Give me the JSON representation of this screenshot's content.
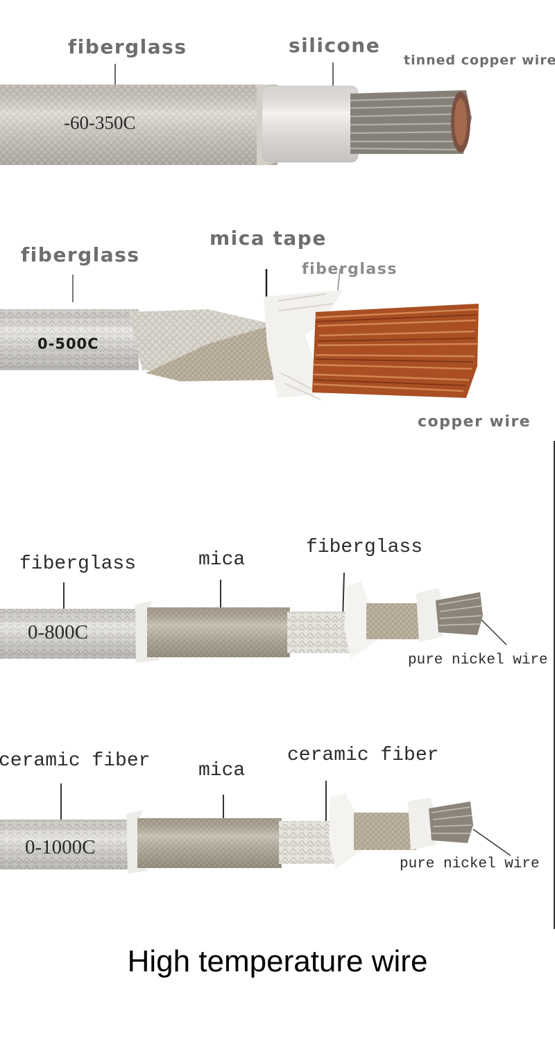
{
  "title": "High temperature wire",
  "panels": [
    {
      "labels": {
        "outer": "fiberglass",
        "middle": "silicone",
        "conductor": "tinned copper wire",
        "temp": "-60-350C"
      }
    },
    {
      "labels": {
        "outer": "fiberglass",
        "middle": "mica tape",
        "inner": "fiberglass",
        "temp": "0-500C",
        "conductor": "copper wire"
      }
    },
    {
      "labels": {
        "outer": "fiberglass",
        "middle": "mica",
        "inner": "fiberglass",
        "temp": "0-800C",
        "conductor": "pure nickel wire"
      }
    },
    {
      "labels": {
        "outer": "ceramic fiber",
        "middle": "mica",
        "inner": "ceramic fiber",
        "temp": "0-1000C",
        "conductor": "pure nickel wire"
      }
    }
  ],
  "colors": {
    "braid": "#dedad2",
    "silicone": "#f1eeea",
    "tinned": "#8a8580",
    "copper": "#b2592c",
    "mica": "#b7ad9c",
    "nickel": "#8d877d"
  }
}
